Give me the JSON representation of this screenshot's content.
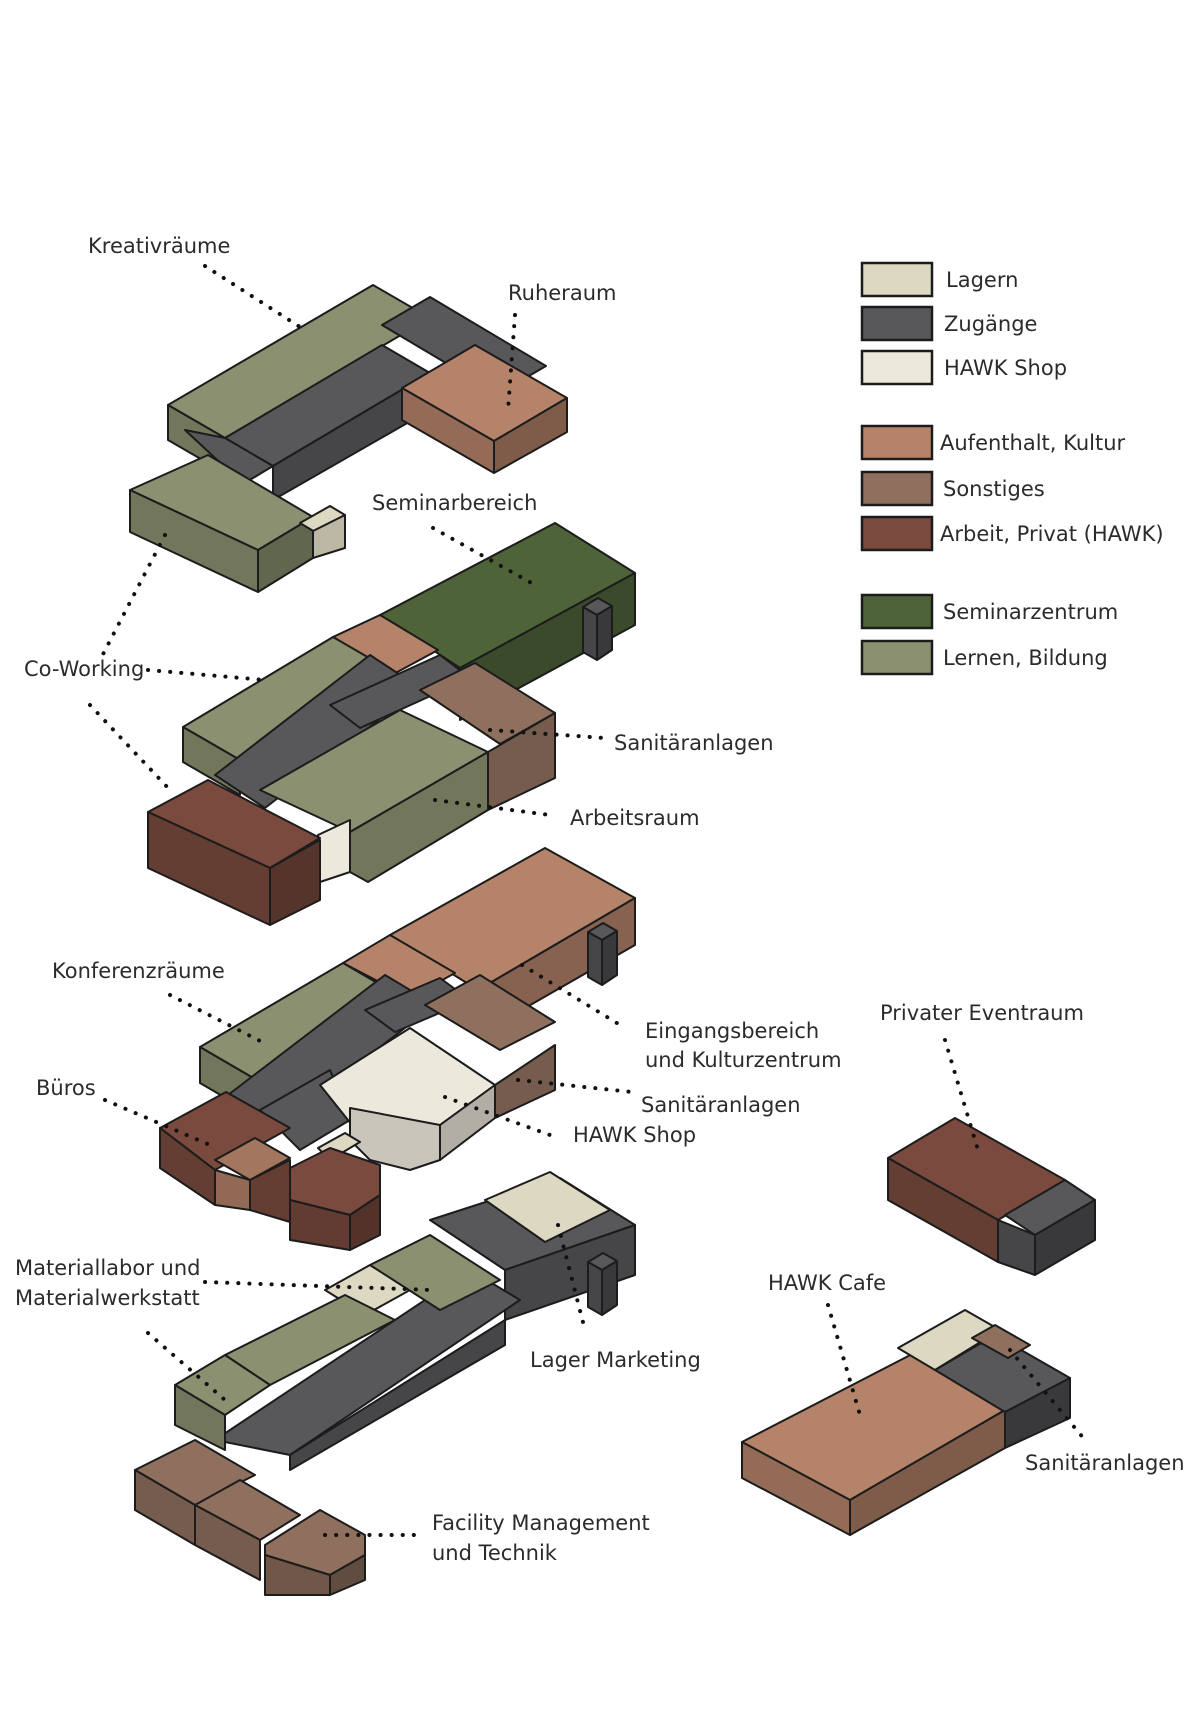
{
  "colors": {
    "lagern": "#ddd8c2",
    "zugaenge": "#58585b",
    "hawk_shop": "#ede8dc",
    "aufenthalt": "#b5836a",
    "sonstiges": "#8f705f",
    "arbeit": "#7a4a3e",
    "seminarzentrum": "#4f6338",
    "lernen": "#8b9170"
  },
  "legend": [
    {
      "key": "lagern",
      "label": "Lagern"
    },
    {
      "key": "zugaenge",
      "label": "Zugänge"
    },
    {
      "key": "hawk_shop",
      "label": "HAWK Shop"
    },
    {
      "key": "aufenthalt",
      "label": "Aufenthalt, Kultur"
    },
    {
      "key": "sonstiges",
      "label": "Sonstiges"
    },
    {
      "key": "arbeit",
      "label": "Arbeit, Privat (HAWK)"
    },
    {
      "key": "seminarzentrum",
      "label": "Seminarzentrum"
    },
    {
      "key": "lernen",
      "label": "Lernen, Bildung"
    }
  ],
  "labels": {
    "kreativraeume": "Kreativräume",
    "ruheraum": "Ruheraum",
    "seminarbereich": "Seminarbereich",
    "co_working": "Co-Working",
    "sanitaer_2": "Sanitäranlagen",
    "arbeitsraum": "Arbeitsraum",
    "konferenzraeume": "Konferenzräume",
    "eingang_1": "Eingangsbereich",
    "eingang_2": "und Kulturzentrum",
    "sanitaer_1": "Sanitäranlagen",
    "hawk_shop": "HAWK Shop",
    "bueros": "Büros",
    "privater_eventraum": "Privater Eventraum",
    "materiallabor_1": "Materiallabor und",
    "materiallabor_2": "Materialwerkstatt",
    "lager_marketing": "Lager Marketing",
    "hawk_cafe": "HAWK Cafe",
    "sanitaer_cafe": "Sanitäranlagen",
    "facility_1": "Facility Management",
    "facility_2": "und Technik"
  }
}
